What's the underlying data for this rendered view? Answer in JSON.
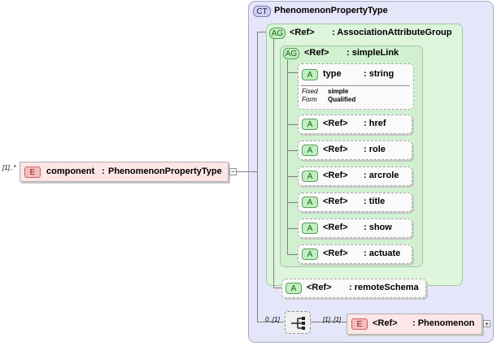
{
  "complex_type": {
    "badge": "CT",
    "name": "PhenomenonPropertyType"
  },
  "component": {
    "occurs": "[1]..*",
    "badge": "E",
    "label": "component",
    "sep": ":",
    "type": "PhenomenonPropertyType",
    "collapse": "−"
  },
  "attr_group": {
    "badge": "AG",
    "ref": "<Ref>",
    "name": ": AssociationAttributeGroup"
  },
  "simple_link": {
    "badge": "AG",
    "ref": "<Ref>",
    "name": ": simpleLink"
  },
  "type_attr": {
    "badge": "A",
    "name": "type",
    "type": ": string",
    "fixed_label": "Fixed",
    "fixed_value": "simple",
    "form_label": "Form",
    "form_value": "Qualified"
  },
  "attributes": [
    {
      "badge": "A",
      "ref": "<Ref>",
      "name": ": href"
    },
    {
      "badge": "A",
      "ref": "<Ref>",
      "name": ": role"
    },
    {
      "badge": "A",
      "ref": "<Ref>",
      "name": ": arcrole"
    },
    {
      "badge": "A",
      "ref": "<Ref>",
      "name": ": title"
    },
    {
      "badge": "A",
      "ref": "<Ref>",
      "name": ": show"
    },
    {
      "badge": "A",
      "ref": "<Ref>",
      "name": ": actuate"
    }
  ],
  "remote_schema": {
    "badge": "A",
    "ref": "<Ref>",
    "name": ": remoteSchema"
  },
  "sequence": {
    "occurs": "0..[1]",
    "child_occurs": "[1]..[1]"
  },
  "phenomenon": {
    "badge": "E",
    "ref": "<Ref>",
    "name": ": Phenomenon",
    "expand": "+"
  }
}
